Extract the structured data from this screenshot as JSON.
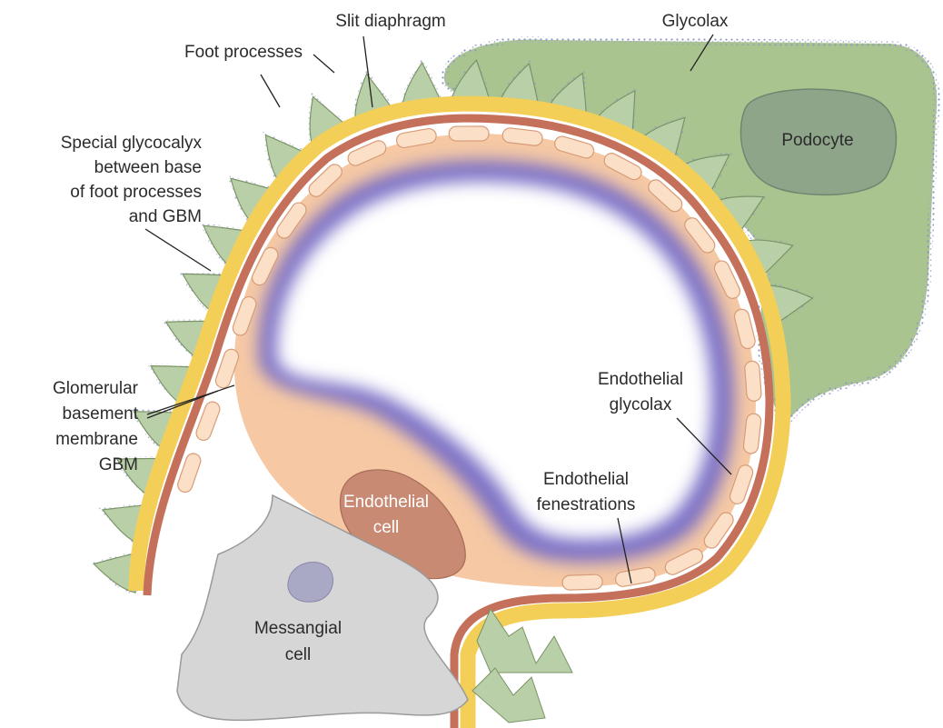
{
  "labels": {
    "slit_diaphragm": "Slit diaphragm",
    "glycolax_top": "Glycolax",
    "foot_processes": "Foot processes",
    "podocyte": "Podocyte",
    "special_glycocalyx": [
      "Special glycocalyx",
      "between base",
      "of foot processes",
      "and GBM"
    ],
    "gbm": [
      "Glomerular",
      "basement",
      "membrane",
      "GBM"
    ],
    "endothelial_glycolax": [
      "Endothelial",
      "glycolax"
    ],
    "endothelial_fenestrations": [
      "Endothelial",
      "fenestrations"
    ],
    "endothelial_cell": [
      "Endothelial",
      "cell"
    ],
    "messangial_cell": [
      "Messangial",
      "cell"
    ]
  },
  "colors": {
    "podocyte_green": "#a9c48f",
    "foot_process_green": "#b9cfa8",
    "nucleus_podocyte": "#8fa58a",
    "gbm_red": "#c4705a",
    "gbm_yellow": "#f3cf58",
    "endothelium": "#f6c9a4",
    "endothelial_nucleus": "#c98a74",
    "glycocalyx_blue": "#7a70c6",
    "messangial_gray": "#d6d6d6"
  }
}
